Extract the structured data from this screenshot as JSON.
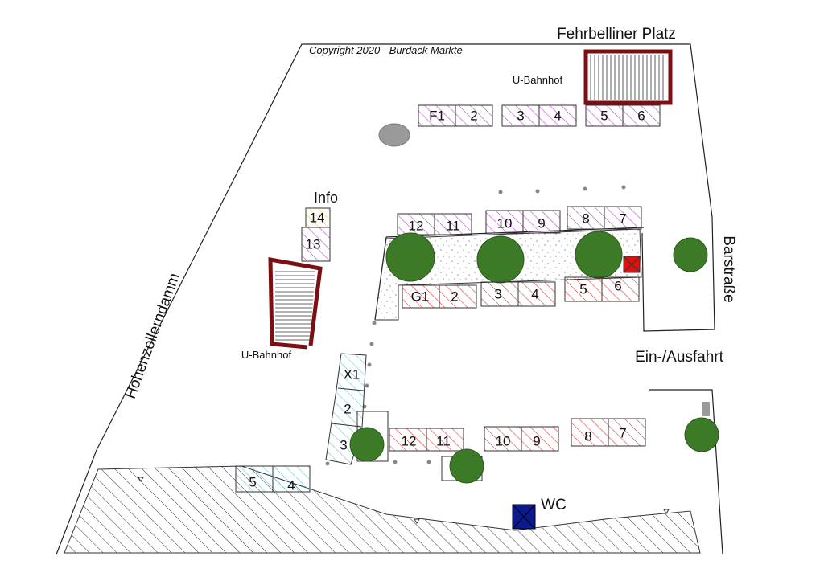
{
  "copyright": "Copyright 2020 - Burdack Märkte",
  "labels": {
    "fehrbelliner_platz": "Fehrbelliner Platz",
    "ubahnhof_top": "U-Bahnhof",
    "ubahnhof_left": "U-Bahnhof",
    "info": "Info",
    "hohenzollerndamm": "Hohenzollerndamm",
    "barstrasse": "Barstraße",
    "ein_ausfahrt": "Ein-/Ausfahrt",
    "wc": "WC"
  },
  "colors": {
    "magenta_hatch": "#c23bd6",
    "red_hatch": "#e03a3a",
    "cyan_hatch": "#5fc8dc",
    "yellow_hatch": "#e8d23c",
    "ubahn_frame": "#7a0f14",
    "tree": "#3d7a28",
    "wc_box": "#0b1a8c",
    "red_marker": "#e01010",
    "grey_stone": "#9a9a9a"
  },
  "stall_groups": {
    "top_row": [
      "F1",
      "2",
      "3",
      "4",
      "5",
      "6"
    ],
    "magenta_row": [
      "12",
      "11",
      "10",
      "9",
      "8",
      "7"
    ],
    "red_upper_row": [
      "G1",
      "2",
      "3",
      "4",
      "5",
      "6"
    ],
    "red_lower_row": [
      "12",
      "11",
      "10",
      "9",
      "8",
      "7"
    ],
    "cyan_column": [
      "X1",
      "2",
      "3"
    ],
    "cyan_bottom": [
      "5",
      "4"
    ],
    "info_stalls": [
      "14",
      "13"
    ]
  }
}
